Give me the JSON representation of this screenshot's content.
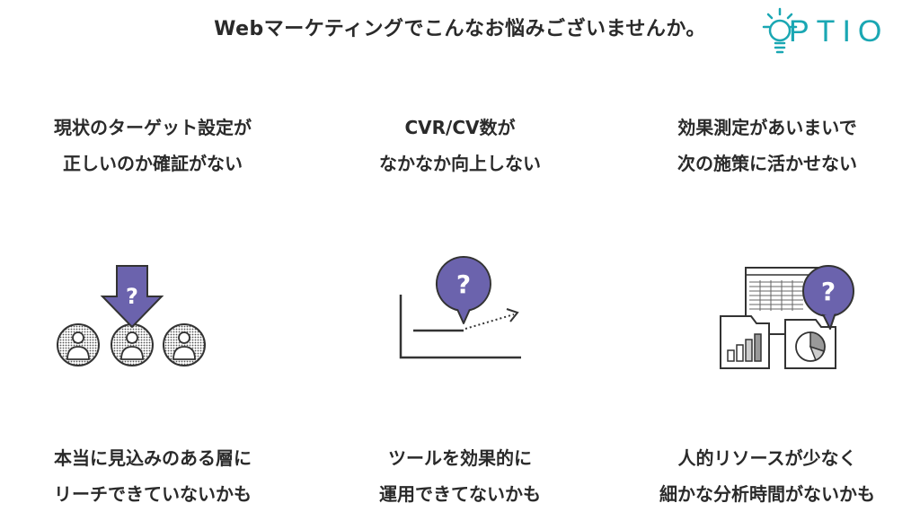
{
  "header": {
    "title": "Webマーケティングでこんなお悩みございませんか。"
  },
  "logo": {
    "text": "PTIO",
    "brand_color": "#1aa7b3",
    "icon": "lightbulb-icon"
  },
  "accent_color": "#6b63ad",
  "columns": [
    {
      "top_lines": [
        "現状のターゲット設定が",
        "正しいのか確証がない"
      ],
      "bottom_lines": [
        "本当に見込みのある層に",
        "リーチできていないかも"
      ],
      "icon": "people-arrow-icon"
    },
    {
      "top_lines": [
        "CVR/CV数が",
        "なかなか向上しない"
      ],
      "bottom_lines": [
        "ツールを効果的に",
        "運用できてないかも"
      ],
      "icon": "flat-graph-icon"
    },
    {
      "top_lines": [
        "効果測定があいまいで",
        "次の施策に活かせない"
      ],
      "bottom_lines": [
        "人的リソースが少なく",
        "細かな分析時間がないかも"
      ],
      "icon": "report-documents-icon"
    }
  ],
  "question_mark": "?"
}
